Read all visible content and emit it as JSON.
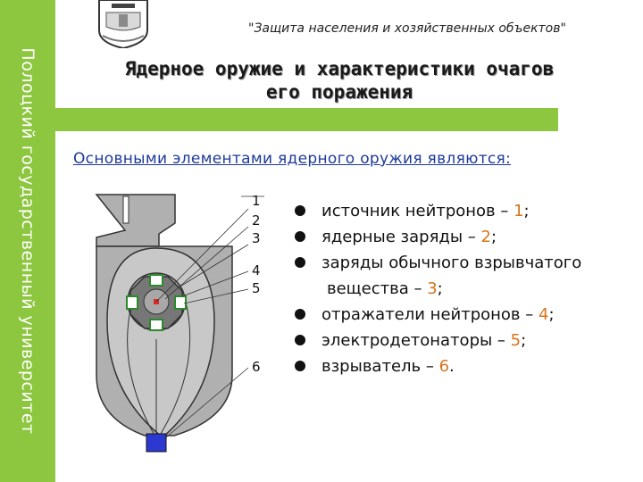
{
  "sidebar": {
    "text": "Полоцкий государственный университет"
  },
  "header": {
    "subtitle": "\"Защита населения и хозяйственных объектов\"",
    "title_line1": "Ядерное оружие и характеристики очагов",
    "title_line2": "его поражения"
  },
  "intro": "Основными элементами ядерного оружия являются:",
  "items": [
    {
      "text": "источник нейтронов – ",
      "num": "1",
      "end": ";"
    },
    {
      "text": "ядерные заряды – ",
      "num": "2",
      "end": ";"
    },
    {
      "text": "заряды обычного взрывчатого",
      "num": "",
      "end": ""
    },
    {
      "text": "вещества – ",
      "num": "3",
      "end": ";"
    },
    {
      "text": "отражатели нейтронов – ",
      "num": "4",
      "end": ";"
    },
    {
      "text": "электродетонаторы – ",
      "num": "5",
      "end": ";"
    },
    {
      "text": "взрыватель – ",
      "num": "6",
      "end": "."
    }
  ],
  "diagram": {
    "labels": [
      "1",
      "2",
      "3",
      "4",
      "5",
      "6"
    ]
  },
  "colors": {
    "sidebar": "#8dc63f",
    "intro": "#1e3a9b",
    "numbers": "#d6741a",
    "bomb": "#b0b0b0"
  }
}
